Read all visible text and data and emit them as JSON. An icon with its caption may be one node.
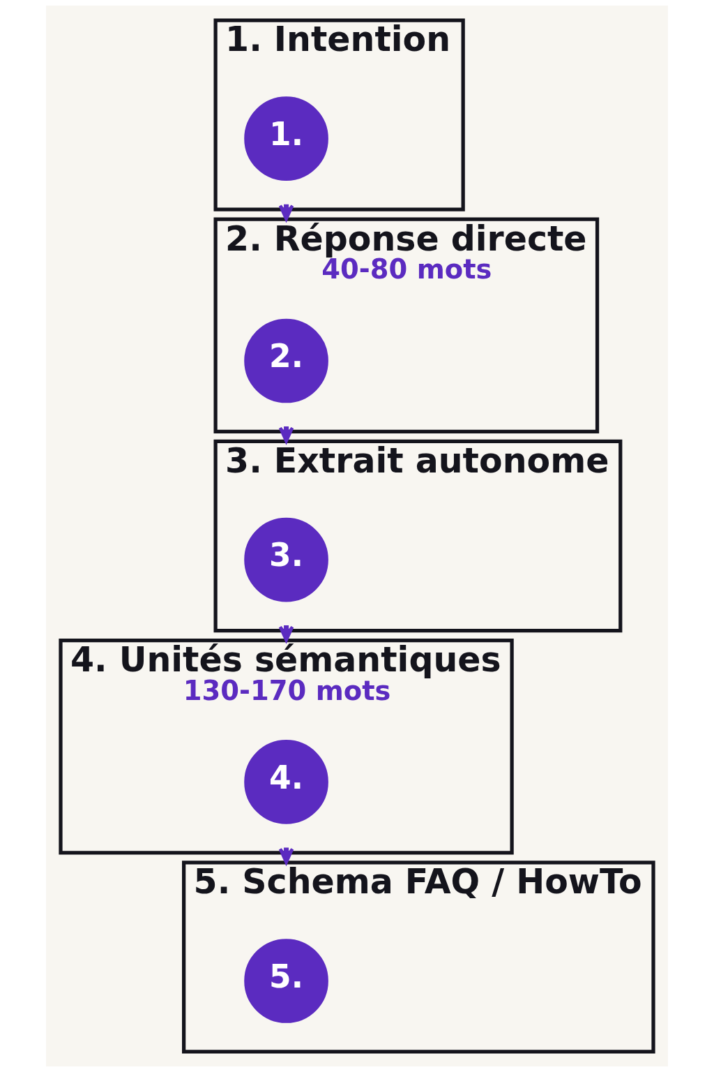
{
  "diagram": {
    "nodes": [
      {
        "text": [
          "1. Intention"
        ]
      },
      {
        "text": [
          "1."
        ],
        "in": 0
      },
      {
        "text": [
          "2. Réponse directe",
          "40-80 mots"
        ]
      },
      {
        "text": [
          "2."
        ],
        "in": 2
      },
      {
        "text": [
          "3. Extrait autonome"
        ]
      },
      {
        "text": [
          "3."
        ],
        "in": 4
      },
      {
        "text": [
          "4. Unités sémantiques",
          "130-170 mots"
        ]
      },
      {
        "text": [
          "4."
        ],
        "in": 6
      },
      {
        "text": [
          "5. Schema FAQ / HowTo"
        ]
      },
      {
        "text": [
          "5."
        ],
        "in": 8
      }
    ],
    "edges": [
      {
        "from": 0,
        "to": 2,
        "arrow": "to"
      },
      {
        "from": 2,
        "to": 4,
        "arrow": "to"
      },
      {
        "from": 4,
        "to": 6,
        "arrow": "to"
      },
      {
        "from": 6,
        "to": 8,
        "arrow": "to"
      }
    ]
  }
}
